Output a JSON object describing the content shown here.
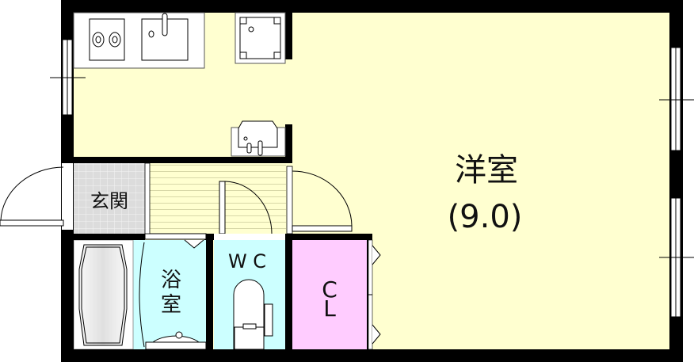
{
  "rooms": {
    "western_room": {
      "name": "洋室",
      "size": "(9.0)"
    },
    "entrance": {
      "name": "玄関"
    },
    "bathroom": {
      "name_line1": "浴",
      "name_line2": "室"
    },
    "toilet": {
      "name": "W C"
    },
    "closet": {
      "line1": "C",
      "line2": "L"
    }
  },
  "colors": {
    "western_room": "#ffffd0",
    "bathroom": "#ccffff",
    "toilet": "#ccffff",
    "closet": "#ffccff",
    "entrance": "#dddddd",
    "wall": "#000000"
  }
}
